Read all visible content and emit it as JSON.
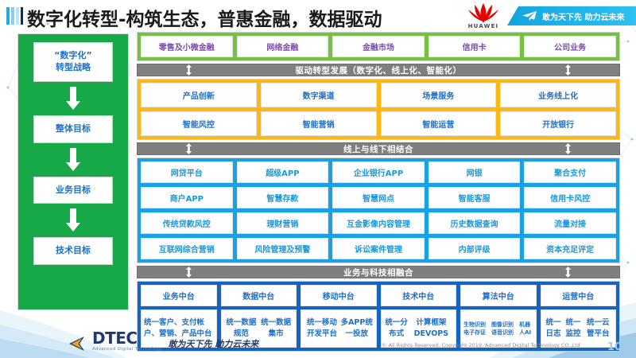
{
  "header": {
    "title": "数字化转型-构筑生态，普惠金融，数据驱动",
    "brand_name": "HUAWEI",
    "ribbon_slogan": "敢为天下先 助力云未来",
    "accent_color": "#13a4e0",
    "brand_color": "#e40000"
  },
  "left_column": {
    "background_color": "#17a948",
    "items": [
      {
        "label": "“数字化”\n转型战略",
        "line1": "“数字化”",
        "line2": "转型战略"
      },
      {
        "label": "整体目标",
        "line1": "整体目标",
        "line2": ""
      },
      {
        "label": "业务目标",
        "line1": "业务目标",
        "line2": ""
      },
      {
        "label": "技术目标",
        "line1": "技术目标",
        "line2": ""
      }
    ]
  },
  "bands": {
    "business_lines": {
      "color": "#78c043",
      "text_color": "#7b4ea8",
      "cells": [
        "零售及小微金融",
        "网络金融",
        "金融市场",
        "信用卡",
        "公司业务"
      ]
    },
    "connector_1": {
      "text": "驱动转型发展（数字化、线上化、智能化）",
      "color": "#7f7f7f"
    },
    "overall_goal": {
      "color": "#fdb813",
      "text_color": "#1f6fc4",
      "row1": [
        "产品创新",
        "数字渠道",
        "场景服务",
        "业务线上化"
      ],
      "row2": [
        "智能风控",
        "智能营销",
        "智能运营",
        "开放银行"
      ]
    },
    "connector_2": {
      "text": "线上与线下相结合",
      "color": "#7f7f7f"
    },
    "business_goal": {
      "color": "#1ba1e2",
      "text_color": "#1898db",
      "row1": [
        "网贷平台",
        "超级APP",
        "企业银行APP",
        "网银",
        "聚合支付"
      ],
      "row2": [
        "商户APP",
        "智慧存款",
        "智慧网点",
        "智能客服",
        "信用卡风控"
      ],
      "row3": [
        "传统贷款风控",
        "理财营销",
        "互金影像内容管理",
        "历史数据查询",
        "流量对接"
      ],
      "row4": [
        "互联网综合营销",
        "风险管理及预警",
        "诉讼案件管理",
        "内部评级",
        "资本充足评定"
      ]
    },
    "connector_3": {
      "text": "业务与科技相融合",
      "color": "#7f7f7f"
    },
    "tech_goal": {
      "color": "#1565c0",
      "text_color": "#1f6fc4",
      "cards": [
        {
          "head": "业务中台",
          "body": "统一客户、支付帐户、营销、产品中台",
          "align": "left"
        },
        {
          "head": "数据中台",
          "body": "统一数据规范\n统一数据集市",
          "align": "center"
        },
        {
          "head": "移动中台",
          "body": "统一移动开发平台\n多APP统一投放",
          "align": "center"
        },
        {
          "head": "技术中台",
          "body": "统一分布式\n计算框架DEVOPS",
          "align": "center"
        },
        {
          "head": "算法中台",
          "body": "生物识别 电子存证\n图像识别 语音识别\n机器人AI",
          "align": "tiny"
        },
        {
          "head": "运营中台",
          "body": "统一日志\n统一监控\n统一云管平台",
          "align": "center"
        }
      ]
    }
  },
  "footer": {
    "logo_name": "DTEC",
    "logo_sub": "Advanced Digital Technology",
    "slogan": "敢为天下先  助力云未来",
    "copyright": "© All Rights Reserved. Copyright 2019, Advanced Digital Technology CO.,Ltd",
    "page_number": "10"
  }
}
